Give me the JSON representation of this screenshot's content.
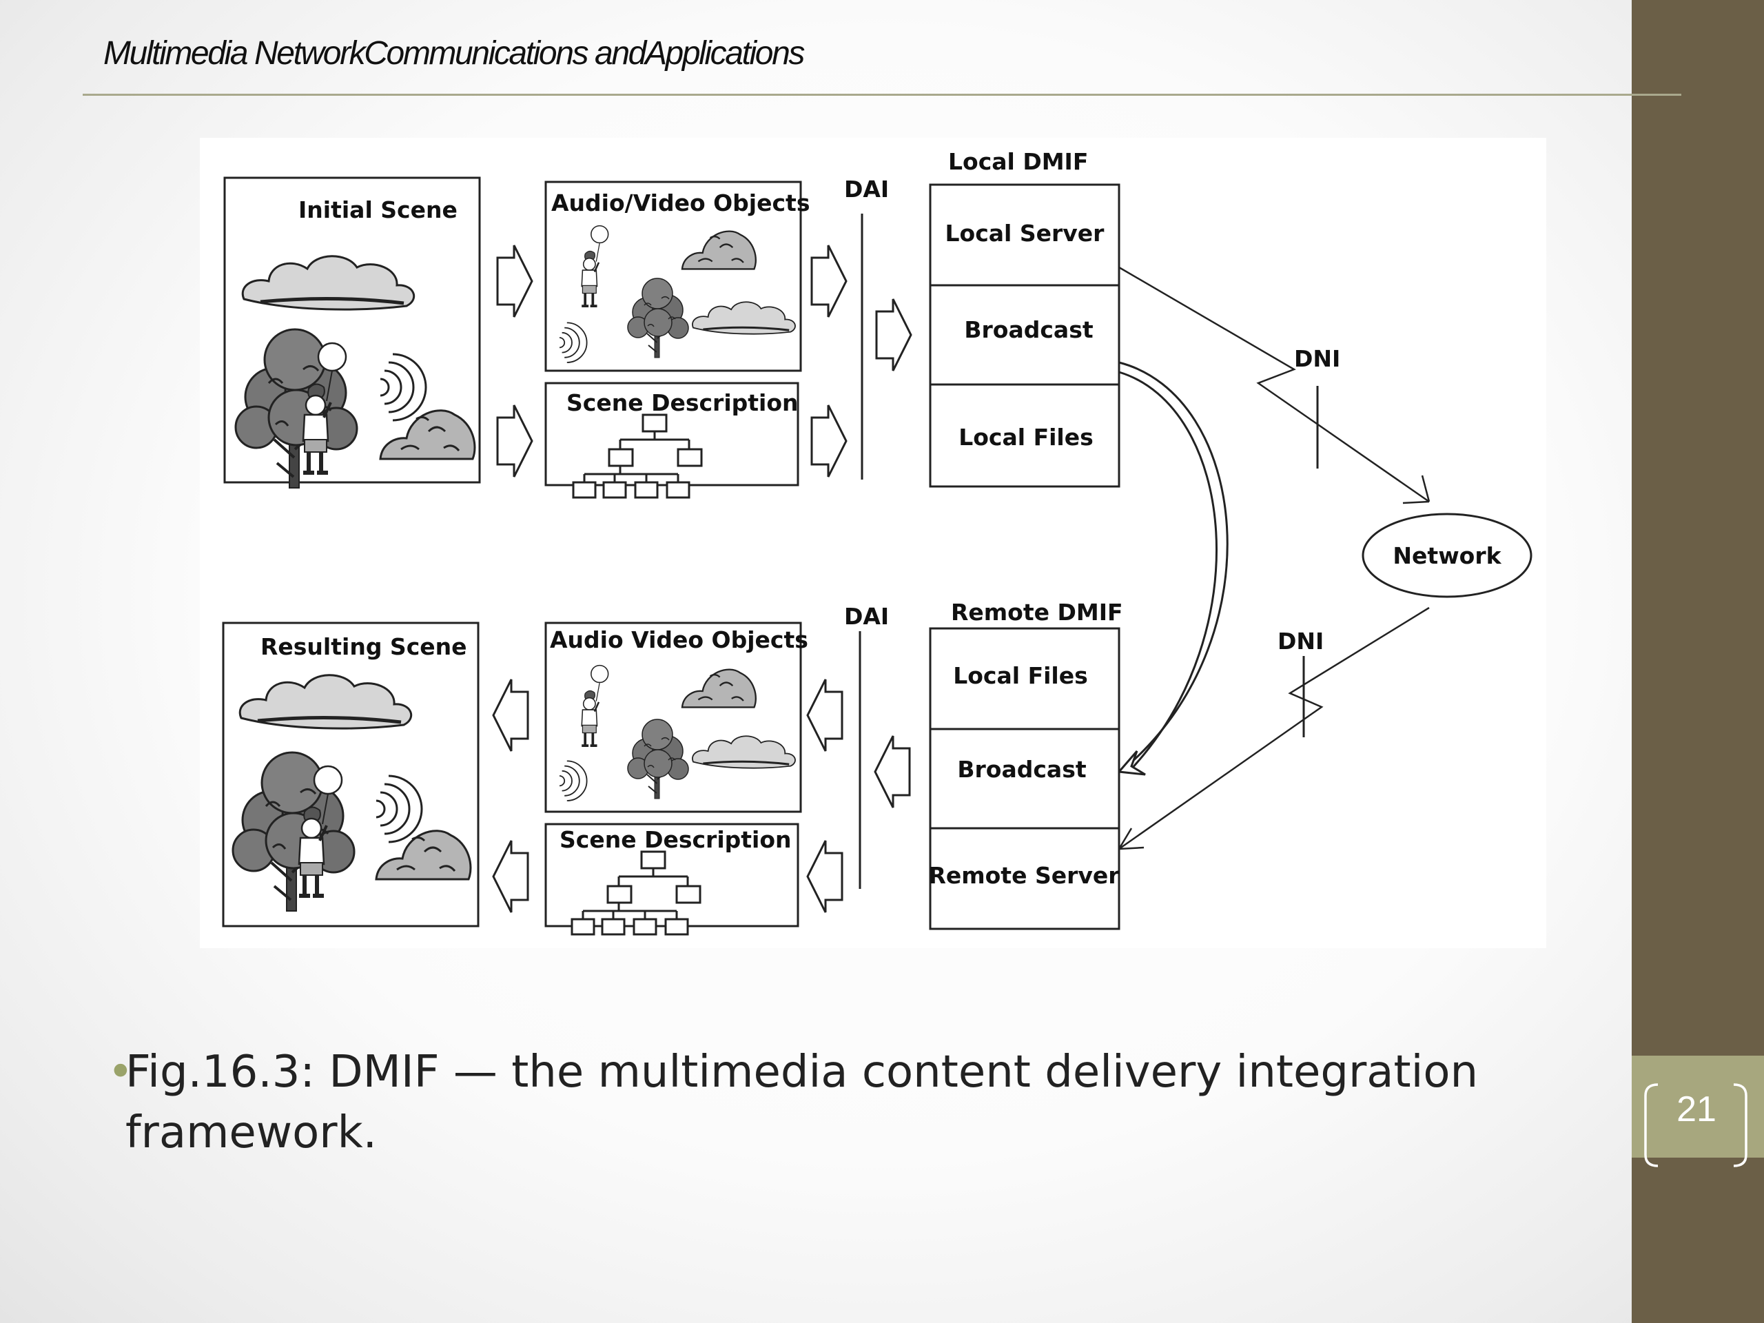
{
  "header": {
    "title": "Multimedia NetworkCommunications andApplications",
    "accent_color": "#a9a98d"
  },
  "sidebar": {
    "color": "#6b5f47",
    "tab_color": "#a7a77e",
    "page_number": "21"
  },
  "diagram": {
    "top": {
      "scene_label": "Initial Scene",
      "objects_label": "Audio/Video Objects",
      "scene_description_label": "Scene Description",
      "dai_label": "DAI",
      "dmif_label": "Local DMIF",
      "dmif_items": [
        "Local Server",
        "Broadcast",
        "Local Files"
      ],
      "dni_label": "DNI"
    },
    "network_label": "Network",
    "bottom": {
      "scene_label": "Resulting Scene",
      "objects_label": "Audio Video Objects",
      "scene_description_label": "Scene Description",
      "dai_label": "DAI",
      "dmif_label": "Remote DMIF",
      "dmif_items": [
        "Local Files",
        "Broadcast",
        "Remote Server"
      ],
      "dni_label": "DNI"
    }
  },
  "caption": {
    "bullet": "•",
    "text": "Fig.16.3: DMIF — the multimedia content delivery integration framework."
  }
}
